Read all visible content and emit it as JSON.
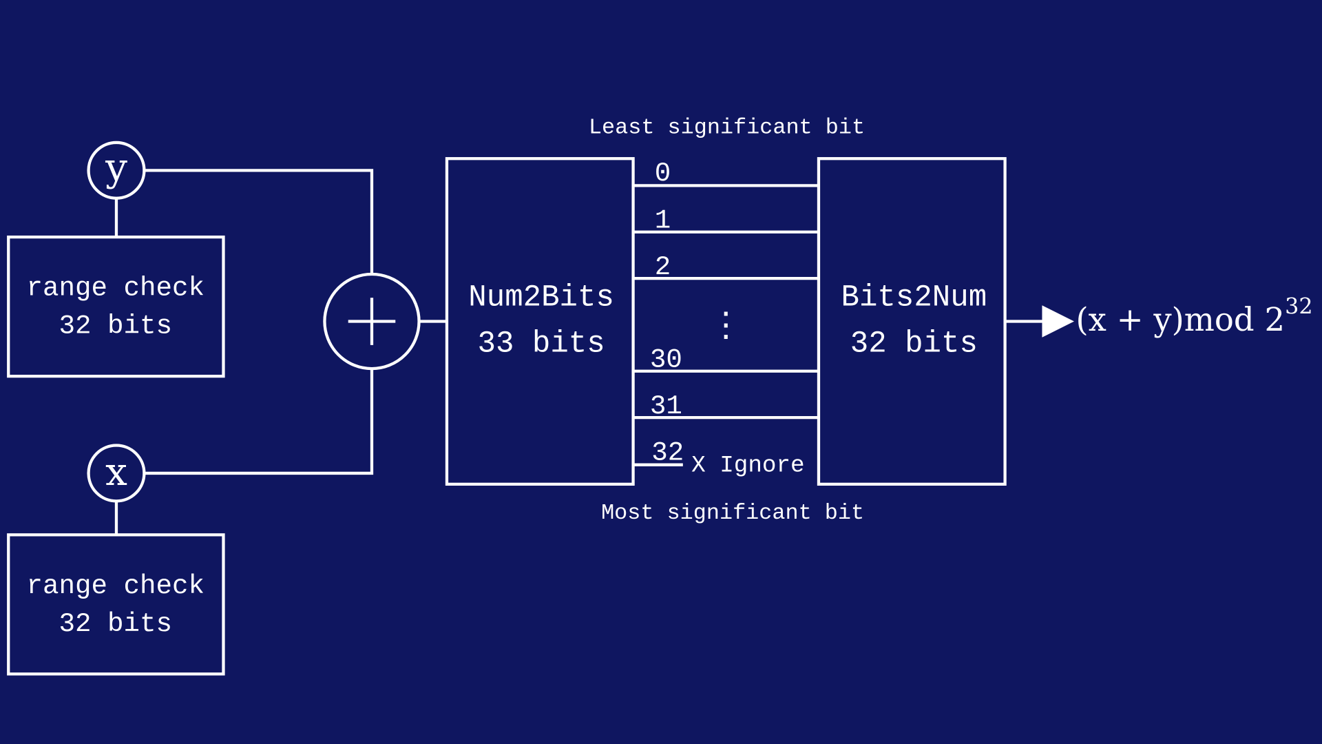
{
  "colors": {
    "background": "#0f1660",
    "foreground": "#ffffff"
  },
  "inputs": {
    "y": "y",
    "x": "x"
  },
  "range_check_y": {
    "line1": "range check",
    "line2": "32 bits"
  },
  "range_check_x": {
    "line1": "range check",
    "line2": "32 bits"
  },
  "adder": {
    "symbol": "+"
  },
  "num2bits": {
    "line1": "Num2Bits",
    "line2": "33 bits"
  },
  "bits2num": {
    "line1": "Bits2Num",
    "line2": "32 bits"
  },
  "bit_labels": {
    "b0": "0",
    "b1": "1",
    "b2": "2",
    "dots": "⋮",
    "b30": "30",
    "b31": "31",
    "b32": "32"
  },
  "ignore_label": "X Ignore",
  "lsb_label": "Least significant bit",
  "msb_label": "Most significant bit",
  "output": {
    "expr": "(x + y)mod 2",
    "exponent": "32"
  }
}
